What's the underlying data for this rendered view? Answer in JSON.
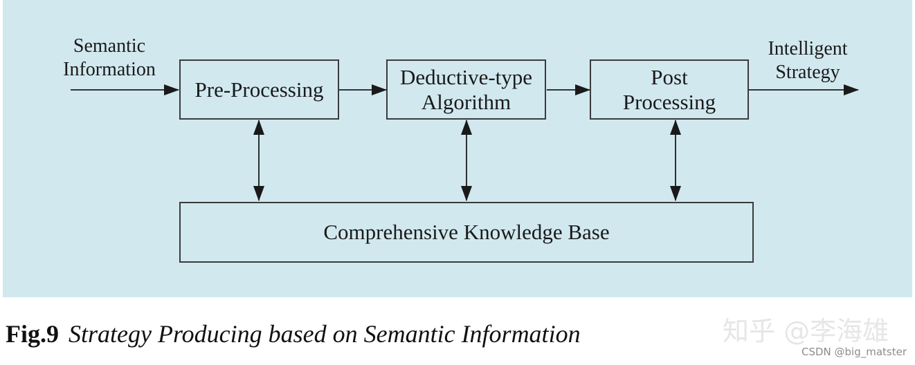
{
  "diagram": {
    "input_label": [
      "Semantic",
      "Information"
    ],
    "output_label": [
      "Intelligent",
      "Strategy"
    ],
    "boxes": {
      "pre_processing": "Pre-Processing",
      "deductive": [
        "Deductive-type",
        "Algorithm"
      ],
      "post_processing": [
        "Post",
        "Processing"
      ],
      "knowledge_base": "Comprehensive Knowledge Base"
    }
  },
  "caption": {
    "number": "Fig.9",
    "title": "Strategy Producing based on Semantic Information"
  },
  "watermark": {
    "main": "知乎 @李海雄",
    "sub": "CSDN @big_matster"
  },
  "colors": {
    "panel_background": "#d1e8ef",
    "stroke": "#3a3a3a"
  }
}
